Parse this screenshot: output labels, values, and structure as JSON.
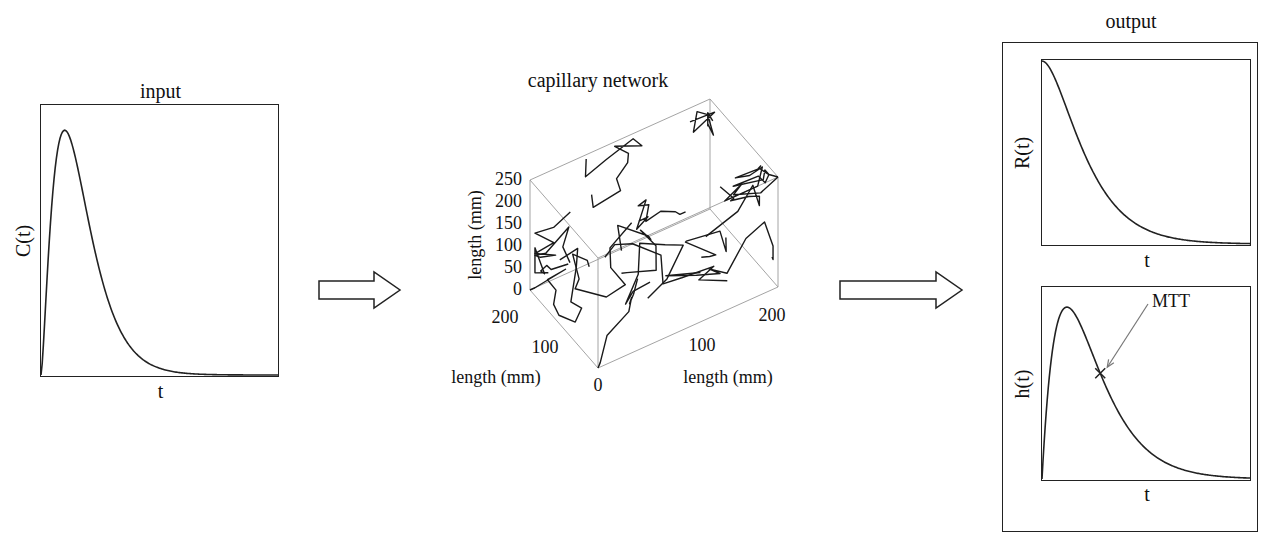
{
  "diagram": {
    "nodes": [
      {
        "text": [
          "input",
          "C(t)",
          "t"
        ]
      },
      {
        "text": [
          "capillary network"
        ]
      },
      {
        "text": [
          "output"
        ]
      },
      {
        "text": [
          "R(t)",
          "t"
        ],
        "in": 2
      },
      {
        "text": [
          "h(t)",
          "t",
          "MTT"
        ],
        "in": 2
      }
    ],
    "edges": [
      {
        "from": 0,
        "to": 1,
        "arrow": "to"
      },
      {
        "from": 1,
        "to": 2,
        "arrow": "to"
      }
    ],
    "labels": [
      "250",
      "200",
      "150",
      "100",
      "50",
      "0",
      "length (mm)",
      "200",
      "100",
      "length (mm)",
      "0",
      "100",
      "200",
      "length (mm)"
    ]
  }
}
